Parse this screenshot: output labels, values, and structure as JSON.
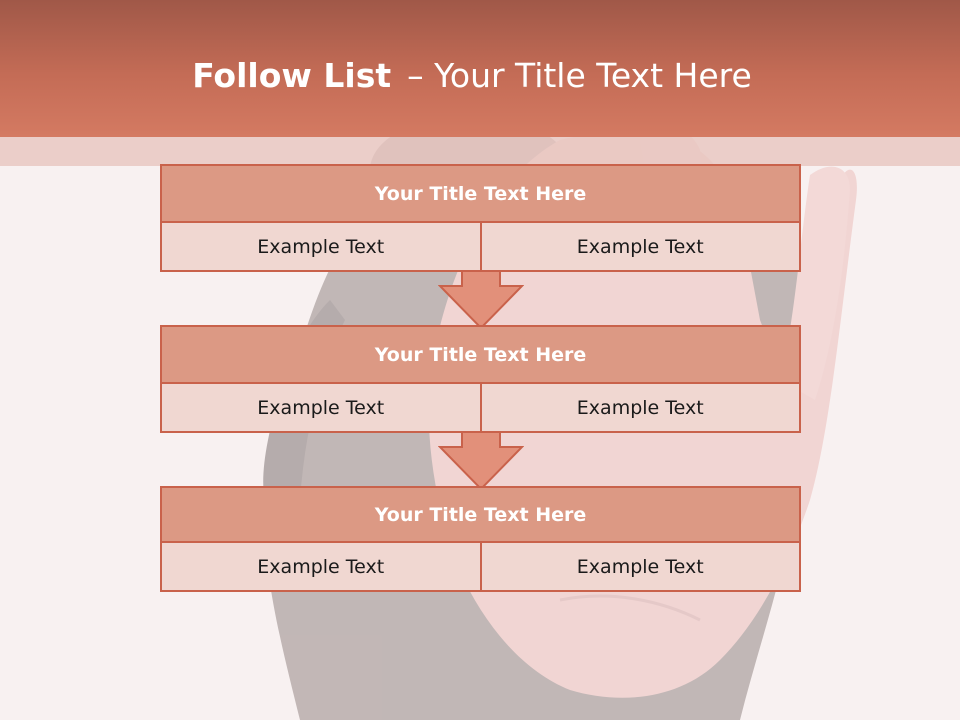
{
  "slide": {
    "title_bold": "Follow List",
    "title_separator": "–",
    "title_rest": "Your Title Text Here"
  },
  "blocks": [
    {
      "title": "Your Title Text Here",
      "left_text": "Example Text",
      "right_text": "Example Text"
    },
    {
      "title": "Your Title Text Here",
      "left_text": "Example Text",
      "right_text": "Example Text"
    },
    {
      "title": "Your Title Text Here",
      "left_text": "Example Text",
      "right_text": "Example Text"
    }
  ],
  "colors": {
    "header": "#c46c56",
    "block_title": "#dc9984",
    "block_body": "#f0d7d1",
    "border": "#c9624b",
    "arrow": "#e2907a"
  },
  "icons": [
    "down-arrow-icon"
  ]
}
